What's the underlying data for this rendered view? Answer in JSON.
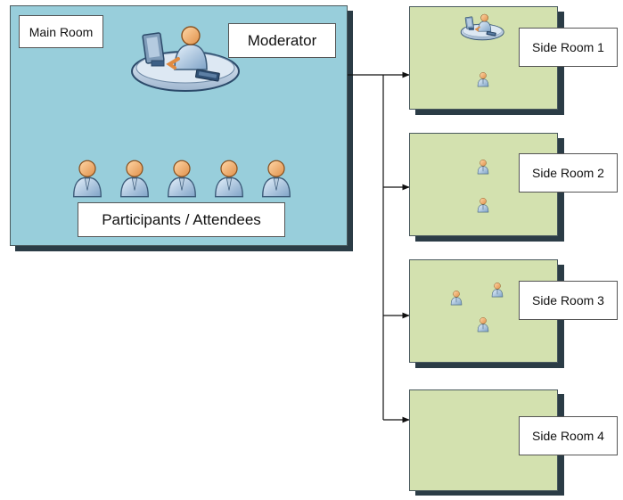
{
  "main_room": {
    "title": "Main Room",
    "moderator_label": "Moderator",
    "participants_label": "Participants / Attendees",
    "participant_count": 5
  },
  "side_rooms": [
    {
      "label": "Side Room 1",
      "people": 1,
      "has_moderator_desk": true
    },
    {
      "label": "Side Room 2",
      "people": 2,
      "has_moderator_desk": false
    },
    {
      "label": "Side Room 3",
      "people": 3,
      "has_moderator_desk": false
    },
    {
      "label": "Side Room 4",
      "people": 0,
      "has_moderator_desk": false
    }
  ],
  "colors": {
    "main_room_fill": "#98cedb",
    "side_room_fill": "#d3e1af",
    "shadow": "#2b3c46",
    "connector": "#111111"
  }
}
